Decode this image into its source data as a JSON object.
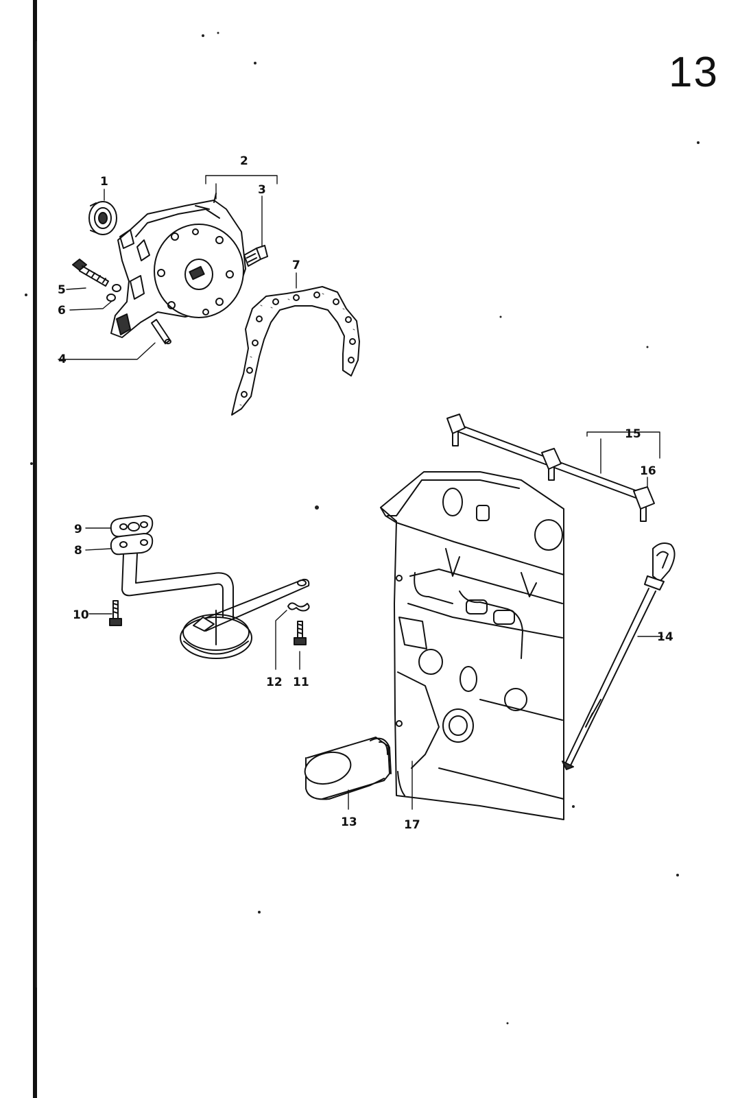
{
  "page": {
    "number": "13"
  },
  "callouts": [
    {
      "id": "1",
      "text": "1"
    },
    {
      "id": "2",
      "text": "2"
    },
    {
      "id": "3",
      "text": "3"
    },
    {
      "id": "4",
      "text": "4"
    },
    {
      "id": "5",
      "text": "5"
    },
    {
      "id": "6",
      "text": "6"
    },
    {
      "id": "7",
      "text": "7"
    },
    {
      "id": "8",
      "text": "8"
    },
    {
      "id": "9",
      "text": "9"
    },
    {
      "id": "10",
      "text": "10"
    },
    {
      "id": "11",
      "text": "11"
    },
    {
      "id": "12",
      "text": "12"
    },
    {
      "id": "13",
      "text": "13"
    },
    {
      "id": "14",
      "text": "14"
    },
    {
      "id": "15",
      "text": "15"
    },
    {
      "id": "16",
      "text": "16"
    },
    {
      "id": "17",
      "text": "17"
    }
  ]
}
